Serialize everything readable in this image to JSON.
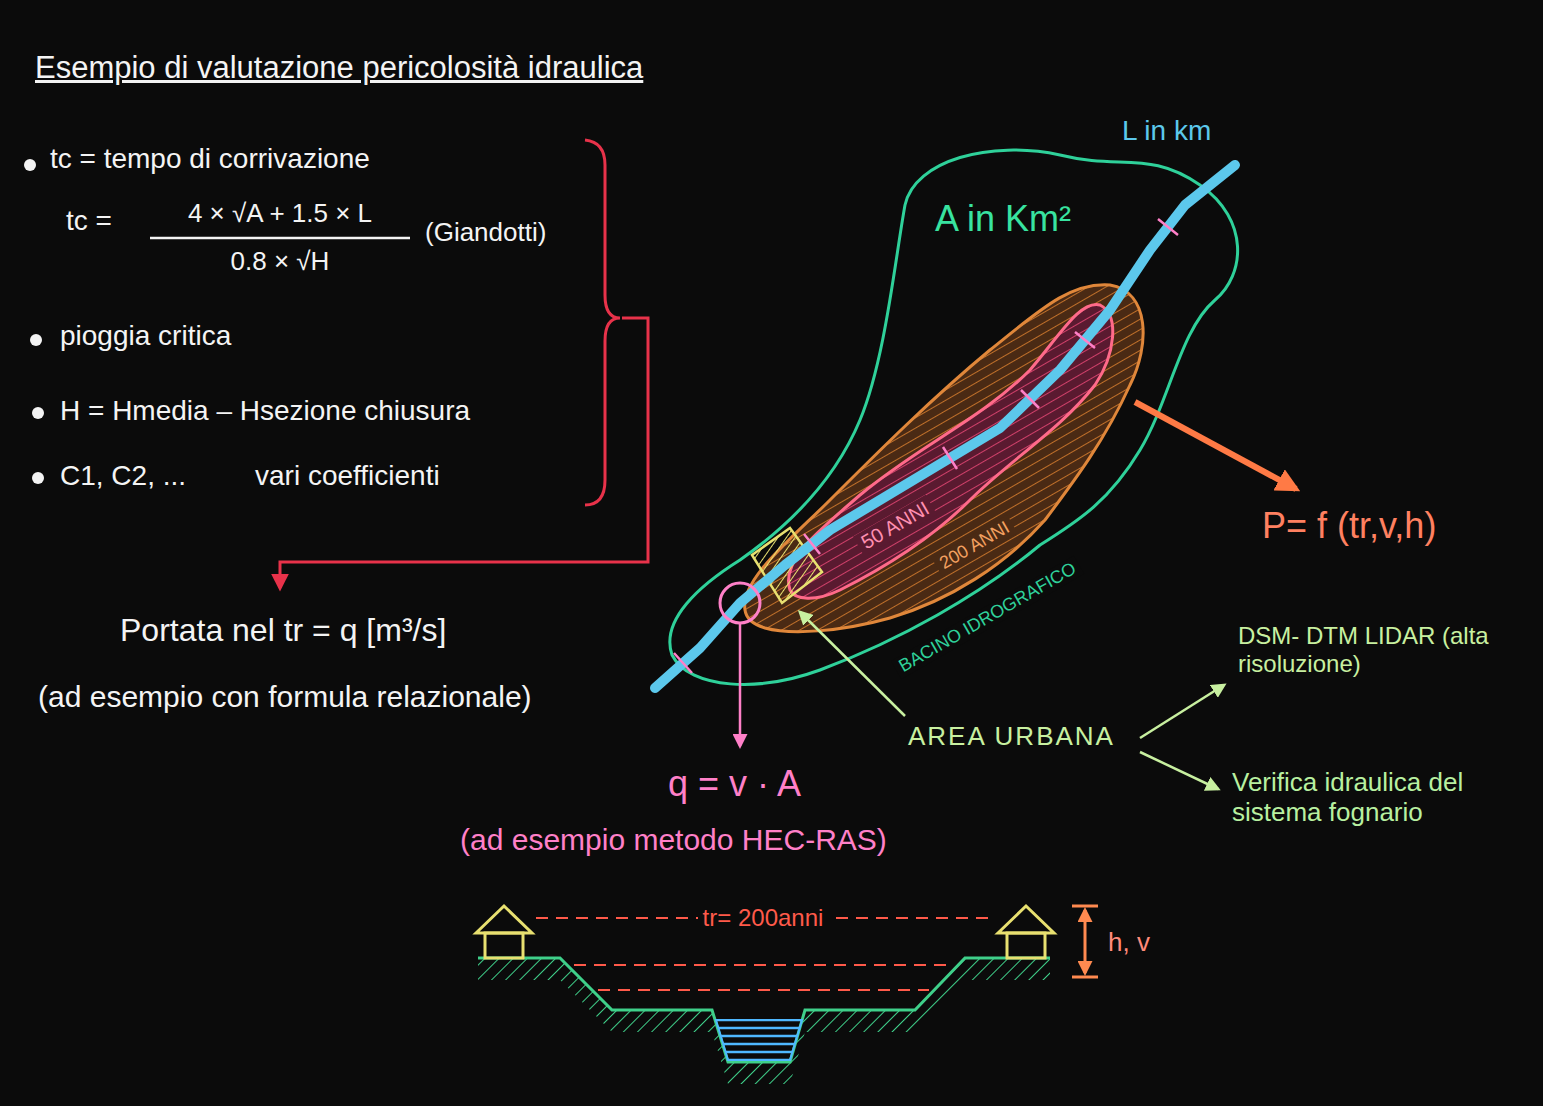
{
  "diagram": {
    "title": "Esempio di valutazione pericolosità idraulica",
    "nodes": [
      {
        "text": [
          "A in Km²",
          "BACINO IDROGRAFICO"
        ]
      },
      {
        "text": [
          "200 ANNI"
        ],
        "in": 0
      },
      {
        "text": [
          "50 ANNI"
        ],
        "in": 1
      }
    ],
    "labels": [
      "tc = tempo di corrivazione",
      "tc =",
      "4 × √A + 1.5 × L",
      "0.8 × √H",
      "(Giandotti)",
      "pioggia critica",
      "H = Hmedia – Hsezione chiusura",
      "C1, C2, ...",
      "vari coefficienti",
      "Portata nel tr = q [m³/s]",
      "(ad esempio con formula relazionale)",
      "L in km",
      "P= f (tr,v,h)",
      "AREA URBANA",
      "DSM- DTM LIDAR (alta risoluzione)",
      "Verifica idraulica del sistema fognario",
      "q = v · A",
      "(ad esempio metodo HEC-RAS)",
      "tr= 200anni",
      "h, v"
    ]
  }
}
